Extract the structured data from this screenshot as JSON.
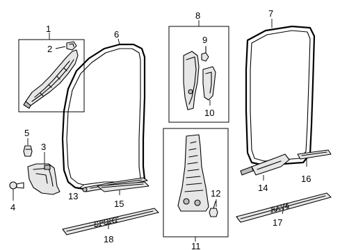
{
  "diagram": {
    "callouts": [
      {
        "id": "c1",
        "number": "1"
      },
      {
        "id": "c2",
        "number": "2"
      },
      {
        "id": "c3",
        "number": "3"
      },
      {
        "id": "c4",
        "number": "4"
      },
      {
        "id": "c5",
        "number": "5"
      },
      {
        "id": "c6",
        "number": "6"
      },
      {
        "id": "c7",
        "number": "7"
      },
      {
        "id": "c8",
        "number": "8"
      },
      {
        "id": "c9",
        "number": "9"
      },
      {
        "id": "c10",
        "number": "10"
      },
      {
        "id": "c11",
        "number": "11"
      },
      {
        "id": "c12",
        "number": "12"
      },
      {
        "id": "c13",
        "number": "13"
      },
      {
        "id": "c14",
        "number": "14"
      },
      {
        "id": "c15",
        "number": "15"
      },
      {
        "id": "c16",
        "number": "16"
      },
      {
        "id": "c17",
        "number": "17"
      },
      {
        "id": "c18",
        "number": "18"
      }
    ],
    "emblems": {
      "sport": "SPORT",
      "rav4": "RAV4"
    }
  }
}
